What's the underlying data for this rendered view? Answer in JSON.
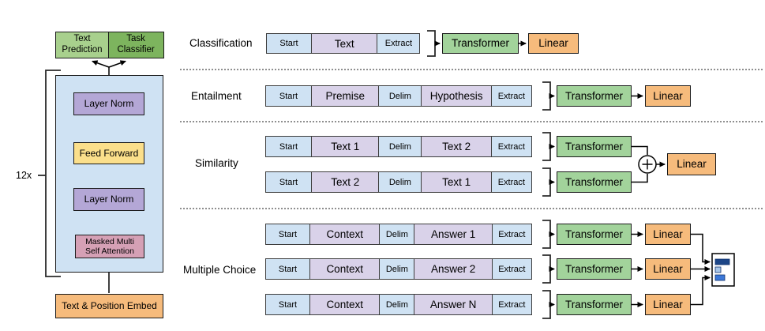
{
  "colors": {
    "token-blue": "#cfe2f3",
    "token-purple": "#d9d2e9",
    "transformer-green": "#a2d39b",
    "linear-orange": "#f6bb7c",
    "container-blue": "#cfe2f3",
    "block-purple": "#b4a7d6",
    "block-yellow": "#fbdf8b",
    "block-pink": "#d5a0b5",
    "head-light-green": "#a8d08d",
    "head-dark-green": "#7db45e",
    "embed-orange": "#f6bb7c",
    "bar-dark": "#1c4587",
    "bar-light": "#a8c6e8",
    "bar-mid": "#3c78d8",
    "separator-gray": "#8f8f8f"
  },
  "left_diagram": {
    "text_prediction": "Text Prediction",
    "task_classifier": "Task Classifier",
    "repeat_label": "12x",
    "layer_norm_top": "Layer Norm",
    "feed_forward": "Feed Forward",
    "layer_norm_bottom": "Layer Norm",
    "masked_attention": "Masked Multi Self Attention",
    "embed": "Text & Position Embed"
  },
  "sections": {
    "classification": {
      "label": "Classification",
      "tokens": [
        "Start",
        "Text",
        "Extract"
      ],
      "transformer_label": "Transformer",
      "linear_label": "Linear"
    },
    "entailment": {
      "label": "Entailment",
      "tokens": [
        "Start",
        "Premise",
        "Delim",
        "Hypothesis",
        "Extract"
      ],
      "transformer_label": "Transformer",
      "linear_label": "Linear"
    },
    "similarity": {
      "label": "Similarity",
      "rows": [
        {
          "tokens": [
            "Start",
            "Text 1",
            "Delim",
            "Text 2",
            "Extract"
          ],
          "transformer_label": "Transformer"
        },
        {
          "tokens": [
            "Start",
            "Text 2",
            "Delim",
            "Text 1",
            "Extract"
          ],
          "transformer_label": "Transformer"
        }
      ],
      "linear_label": "Linear"
    },
    "multiple_choice": {
      "label": "Multiple Choice",
      "rows": [
        {
          "tokens": [
            "Start",
            "Context",
            "Delim",
            "Answer 1",
            "Extract"
          ],
          "transformer_label": "Transformer",
          "linear_label": "Linear"
        },
        {
          "tokens": [
            "Start",
            "Context",
            "Delim",
            "Answer 2",
            "Extract"
          ],
          "transformer_label": "Transformer",
          "linear_label": "Linear"
        },
        {
          "tokens": [
            "Start",
            "Context",
            "Delim",
            "Answer N",
            "Extract"
          ],
          "transformer_label": "Transformer",
          "linear_label": "Linear"
        }
      ]
    }
  }
}
